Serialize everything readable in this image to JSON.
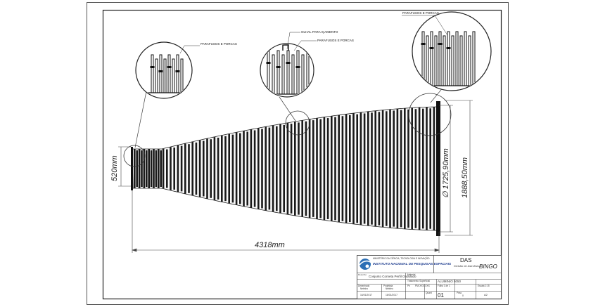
{
  "callouts": {
    "detail_left": "PARAFUSOS E PORCAS",
    "detail_mid_top": "OLHAL PARA IÇAMENTO",
    "detail_mid": "PARAFUSOS E PORCAS",
    "detail_right": "PARAFUSOS E PORCAS"
  },
  "dimensions": {
    "length": "4318mm",
    "small_end": "520mm",
    "inner_diameter": "∅ 1725,90mm",
    "outer_height": "1888,50mm"
  },
  "title_block": {
    "institute_top": "MINISTÉRIO DA CIÊNCIA, TECNOLOGIA E INOVAÇÃO",
    "institute_name": "INSTITUTO NACIONAL DE PESQUISAS ESPACIAIS",
    "division": "DAS",
    "division_sub": "Divisão de Astrofísica",
    "project": "BINGO",
    "part_title": "Conjunto Corneta Perfil Ondulado",
    "material_label": "Material",
    "material_value": "",
    "treatment_label": "Tratamento Superficial",
    "alloy_value": "ALUMINIO 5050",
    "drawn_label": "Desenhado",
    "drawn_value": "Netinho",
    "drawn_date": "16/01/2017",
    "project_label": "Projetista",
    "project_value": "Netinho",
    "project_date": "16/01/2017",
    "ref_label": "Pn",
    "ref_value": "PM-XXX-XXX",
    "sheet_label": "Folha 1 de 1",
    "scale_label": "Escala 1:15",
    "qty_label": "Quant",
    "qty_value": "01",
    "mass_label": "Peso",
    "mass_value": "0",
    "format_value": "A2",
    "subtitle_label": "Desenho"
  }
}
